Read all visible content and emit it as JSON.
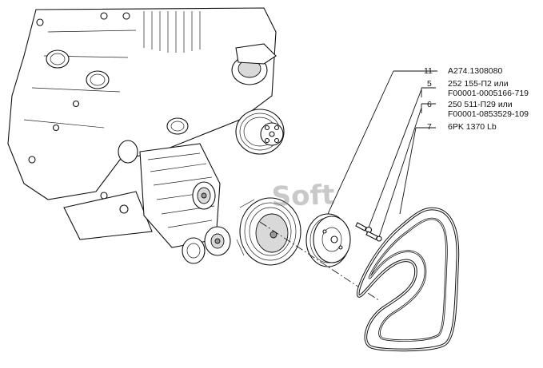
{
  "watermark": "Soft",
  "callouts": [
    {
      "number": "11",
      "lines": [
        "A274.1308080"
      ]
    },
    {
      "number": "5",
      "lines": [
        "252 155-П2 или",
        "F00001-0005166-719"
      ]
    },
    {
      "number": "6",
      "lines": [
        "250 511-П29 или",
        "F00001-0853529-109"
      ]
    },
    {
      "number": "7",
      "lines": [
        "6PK 1370 Lb"
      ]
    }
  ]
}
